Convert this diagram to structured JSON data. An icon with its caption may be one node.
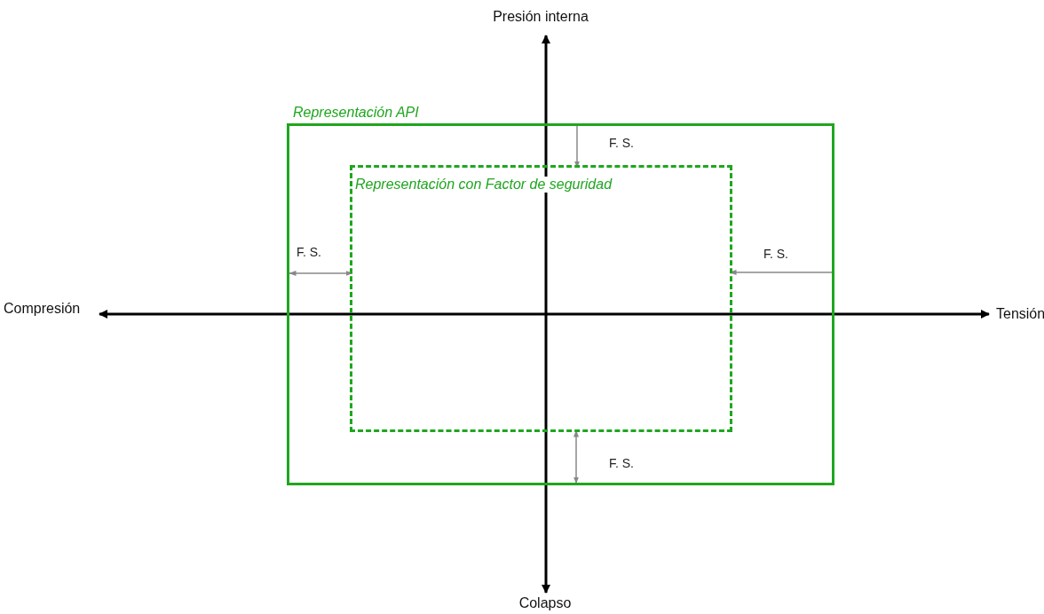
{
  "diagram": {
    "nodes": [
      {
        "text": [
          "Representación API"
        ]
      },
      {
        "text": [
          "Representación con Factor de seguridad"
        ],
        "in": 0
      }
    ],
    "edges": [
      {
        "from": 0,
        "to": 1,
        "arrow": "to",
        "label": "F. S."
      },
      {
        "from": 0,
        "to": 1,
        "arrow": "both",
        "label": "F. S."
      },
      {
        "from": 0,
        "to": 1,
        "arrow": "to",
        "label": "F. S."
      },
      {
        "from": 0,
        "to": 1,
        "arrow": "both",
        "label": "F. S."
      }
    ],
    "labels": [
      "Presión interna",
      "Compresión",
      "Tensión",
      "Colapso"
    ]
  }
}
